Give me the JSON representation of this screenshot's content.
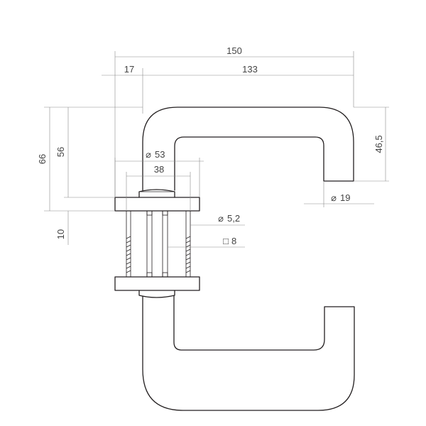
{
  "dimensions": {
    "overall_length": "150",
    "rose_offset": "17",
    "handle_length": "133",
    "height_total": "66",
    "height_handle": "56",
    "rose_thickness": "10",
    "end_drop": "46,5",
    "rose_diameter": "53",
    "rose_spacing": "38",
    "screw_diameter": "5,2",
    "spindle_square": "8",
    "grip_diameter": "19"
  },
  "symbols": {
    "diameter": "⌀",
    "square": "□"
  }
}
